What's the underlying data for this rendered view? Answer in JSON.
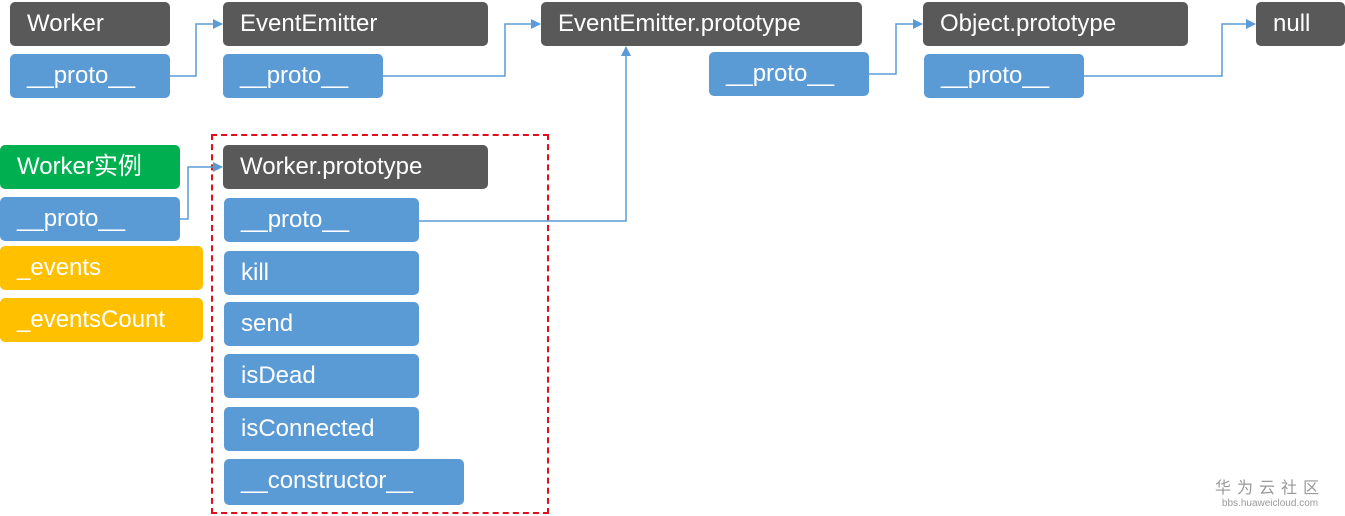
{
  "colors": {
    "object": "#595959",
    "proto": "#5b9bd5",
    "instance": "#00b050",
    "own_property": "#ffc000",
    "highlight": "#e0101a",
    "arrow": "#5b9bd5"
  },
  "chain": {
    "worker": {
      "title": "Worker",
      "proto": "__proto__"
    },
    "event_emitter": {
      "title": "EventEmitter",
      "proto": "__proto__"
    },
    "event_emitter_prototype": {
      "title": "EventEmitter.prototype",
      "proto": "__proto__"
    },
    "object_prototype": {
      "title": "Object.prototype",
      "proto": "__proto__"
    },
    "null": {
      "title": "null"
    }
  },
  "instance": {
    "title": "Worker实例",
    "proto": "__proto__",
    "props": [
      "_events",
      "_eventsCount"
    ]
  },
  "worker_prototype": {
    "title": "Worker.prototype",
    "proto": "__proto__",
    "methods": [
      "kill",
      "send",
      "isDead",
      "isConnected",
      "__constructor__"
    ]
  },
  "watermark": {
    "cn": "华为云社区",
    "url": "bbs.huaweicloud.com"
  }
}
